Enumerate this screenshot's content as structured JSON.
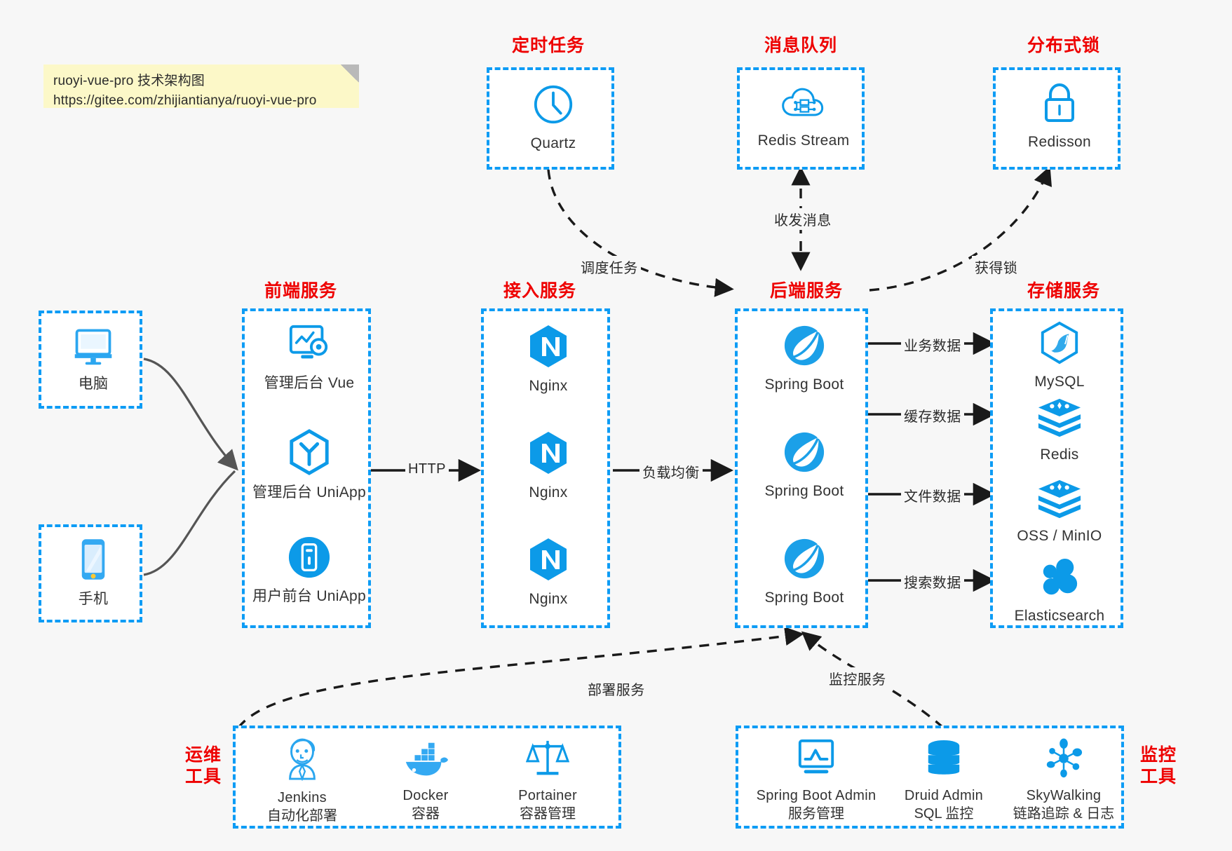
{
  "note": {
    "line1": "ruoyi-vue-pro 技术架构图",
    "line2": "https://gitee.com/zhijiantianya/ruoyi-vue-pro"
  },
  "colors": {
    "accent_blue": "#0d9cf5",
    "icon_blue": "#0c9ae8",
    "title_red": "#ee0000",
    "text_dark": "#333333",
    "canvas_bg": "#f7f7f7",
    "note_bg": "#fcf8c8",
    "box_bg": "#ffffff",
    "wire_gray": "#555555",
    "wire_black": "#1a1a1a"
  },
  "groups": {
    "scheduler": {
      "title": "定时任务"
    },
    "mq": {
      "title": "消息队列"
    },
    "lock": {
      "title": "分布式锁"
    },
    "frontend": {
      "title": "前端服务"
    },
    "gateway": {
      "title": "接入服务"
    },
    "backend": {
      "title": "后端服务"
    },
    "storage": {
      "title": "存储服务"
    },
    "devops": {
      "title_line1": "运维",
      "title_line2": "工具"
    },
    "monitor": {
      "title_line1": "监控",
      "title_line2": "工具"
    }
  },
  "clients": [
    {
      "label": "电脑",
      "icon": "desktop-computer-icon"
    },
    {
      "label": "手机",
      "icon": "mobile-phone-icon"
    }
  ],
  "scheduler_nodes": [
    {
      "label": "Quartz",
      "icon": "clock-icon"
    }
  ],
  "mq_nodes": [
    {
      "label": "Redis Stream",
      "icon": "cloud-stream-icon"
    }
  ],
  "lock_nodes": [
    {
      "label": "Redisson",
      "icon": "padlock-icon"
    }
  ],
  "frontend_nodes": [
    {
      "label": "管理后台 Vue",
      "icon": "dashboard-gear-icon"
    },
    {
      "label": "管理后台 UniApp",
      "icon": "hexagon-y-icon"
    },
    {
      "label": "用户前台 UniApp",
      "icon": "mobile-circle-icon"
    }
  ],
  "gateway_nodes": [
    {
      "label": "Nginx",
      "icon": "nginx-icon"
    },
    {
      "label": "Nginx",
      "icon": "nginx-icon"
    },
    {
      "label": "Nginx",
      "icon": "nginx-icon"
    }
  ],
  "backend_nodes": [
    {
      "label": "Spring Boot",
      "icon": "spring-boot-icon"
    },
    {
      "label": "Spring Boot",
      "icon": "spring-boot-icon"
    },
    {
      "label": "Spring Boot",
      "icon": "spring-boot-icon"
    }
  ],
  "storage_nodes": [
    {
      "label": "MySQL",
      "icon": "mysql-dolphin-icon"
    },
    {
      "label": "Redis",
      "icon": "redis-stack-icon"
    },
    {
      "label": "OSS / MinIO",
      "icon": "object-storage-icon"
    },
    {
      "label": "Elasticsearch",
      "icon": "elasticsearch-icon"
    }
  ],
  "devops_nodes": [
    {
      "label": "Jenkins",
      "sub": "自动化部署",
      "icon": "jenkins-butler-icon"
    },
    {
      "label": "Docker",
      "sub": "容器",
      "icon": "docker-whale-icon"
    },
    {
      "label": "Portainer",
      "sub": "容器管理",
      "icon": "scales-balance-icon"
    }
  ],
  "monitor_nodes": [
    {
      "label": "Spring Boot Admin",
      "sub": "服务管理",
      "icon": "monitor-chart-icon"
    },
    {
      "label": "Druid Admin",
      "sub": "SQL 监控",
      "icon": "database-cylinder-icon"
    },
    {
      "label": "SkyWalking",
      "sub": "链路追踪 & 日志",
      "icon": "skywalking-node-icon"
    }
  ],
  "edge_labels": {
    "http": "HTTP",
    "load_balance": "负载均衡",
    "schedule_task": "调度任务",
    "send_receive_msg": "收发消息",
    "acquire_lock": "获得锁",
    "business_data": "业务数据",
    "cache_data": "缓存数据",
    "file_data": "文件数据",
    "search_data": "搜索数据",
    "deploy_service": "部署服务",
    "monitor_service": "监控服务"
  }
}
